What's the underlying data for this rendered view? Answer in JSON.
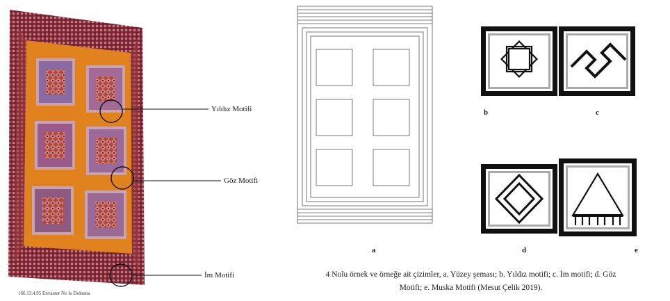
{
  "labels": {
    "star": "Yıldız Motifi",
    "eye": "Göz Motifi",
    "im": "İm Motifi"
  },
  "photo_caption": "166.13.4.95 Envanter No lu Dokuma",
  "letters": {
    "a": "a",
    "b": "b",
    "c": "c",
    "d": "d",
    "e": "e"
  },
  "caption_line1": "4 Nolu örnek ve örneğe ait çizimler, a. Yüzey şeması; b. Yıldız motifi; c. İm motifi; d. Göz",
  "caption_line2": "Motifi; e. Muska Motifi (Mesut Çelik 2019).",
  "colors": {
    "orange": "#e0821e",
    "border_red": "#8e2a2e",
    "pink": "#c97a86",
    "purple": "#7a5a88"
  }
}
